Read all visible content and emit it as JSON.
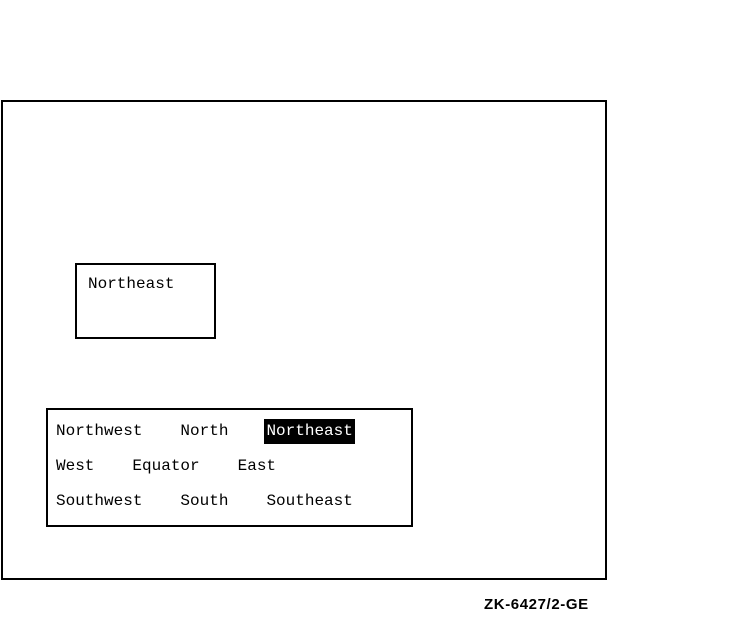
{
  "display_box": {
    "label": "Northeast"
  },
  "menu": {
    "selected_item": "Northeast",
    "rows": [
      {
        "cells": [
          {
            "label": "Northwest",
            "selected": false
          },
          {
            "label": "North",
            "selected": false
          },
          {
            "label": "Northeast",
            "selected": true
          }
        ]
      },
      {
        "cells": [
          {
            "label": "West",
            "selected": false
          },
          {
            "label": "Equator",
            "selected": false
          },
          {
            "label": "East",
            "selected": false
          }
        ]
      },
      {
        "cells": [
          {
            "label": "Southwest",
            "selected": false
          },
          {
            "label": "South",
            "selected": false
          },
          {
            "label": "Southeast",
            "selected": false
          }
        ]
      }
    ]
  },
  "caption": "ZK-6427/2-GE",
  "colors": {
    "foreground": "#000000",
    "background": "#ffffff",
    "selected_background": "#000000",
    "selected_text": "#ffffff"
  }
}
